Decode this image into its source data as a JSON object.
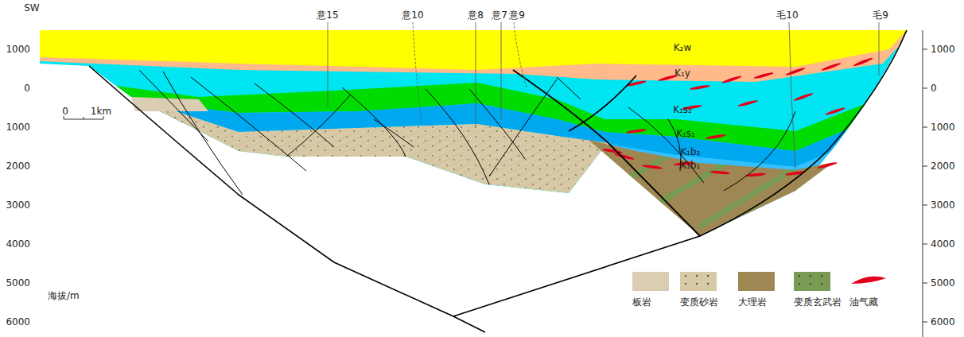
{
  "diagram": {
    "labels": [
      "SW",
      "意15",
      "意10",
      "意8",
      "意7",
      "意9",
      "毛10",
      "毛9",
      "K₂w",
      "K₁y",
      "K₁s₂",
      "K₁s₁",
      "K₁b₂",
      "K₁b₁",
      "0",
      "1km",
      "海拔/m",
      "1000",
      "0",
      "1000",
      "2000",
      "3000",
      "4000",
      "5000",
      "6000",
      "1000",
      "0",
      "1000",
      "2000",
      "3000",
      "4000",
      "5000",
      "6000"
    ],
    "legend": [
      {
        "text": "板岩",
        "color": "#dacdb2"
      },
      {
        "text": "变质砂岩",
        "color": "#d8caa7"
      },
      {
        "text": "大理岩",
        "color": "#9e8752"
      },
      {
        "text": "变质玄武岩",
        "color": "#789a52"
      },
      {
        "text": "油气藏"
      }
    ]
  }
}
